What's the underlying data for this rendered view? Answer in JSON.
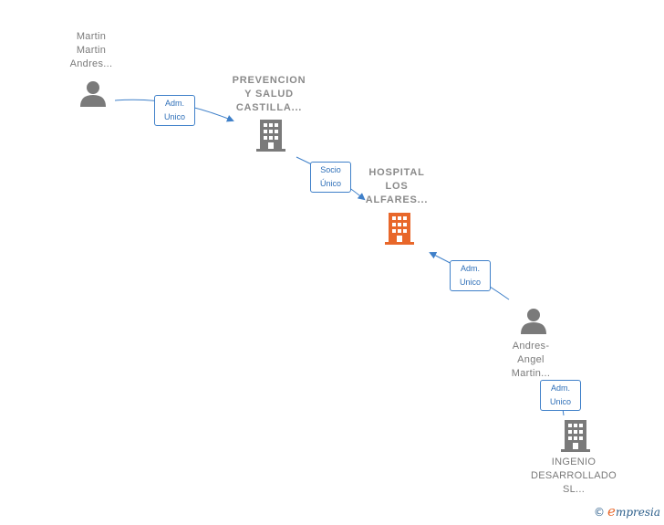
{
  "nodes": {
    "martin": {
      "label": "Martin\nMartin\nAndres..."
    },
    "prevencion": {
      "label": "PREVENCION\nY SALUD\nCASTILLA..."
    },
    "hospital": {
      "label": "HOSPITAL\nLOS\nALFARES..."
    },
    "andres": {
      "label": "Andres-\nAngel\nMartin..."
    },
    "ingenio": {
      "label": "INGENIO\nDESARROLLADO\nSL..."
    }
  },
  "edges": {
    "e1": {
      "label": "Adm.\nUnico"
    },
    "e2": {
      "label": "Socio\nÚnico"
    },
    "e3": {
      "label": "Adm.\nUnico"
    },
    "e4": {
      "label": "Adm.\nUnico"
    }
  },
  "colors": {
    "edge": "#3f80c9",
    "node": "#7a7a7a",
    "highlight": "#e8672a"
  },
  "icons": {
    "person": "person-icon",
    "building": "building-icon"
  },
  "brand": {
    "copyright": "©",
    "name_initial": "e",
    "name_rest": "mpresia"
  }
}
